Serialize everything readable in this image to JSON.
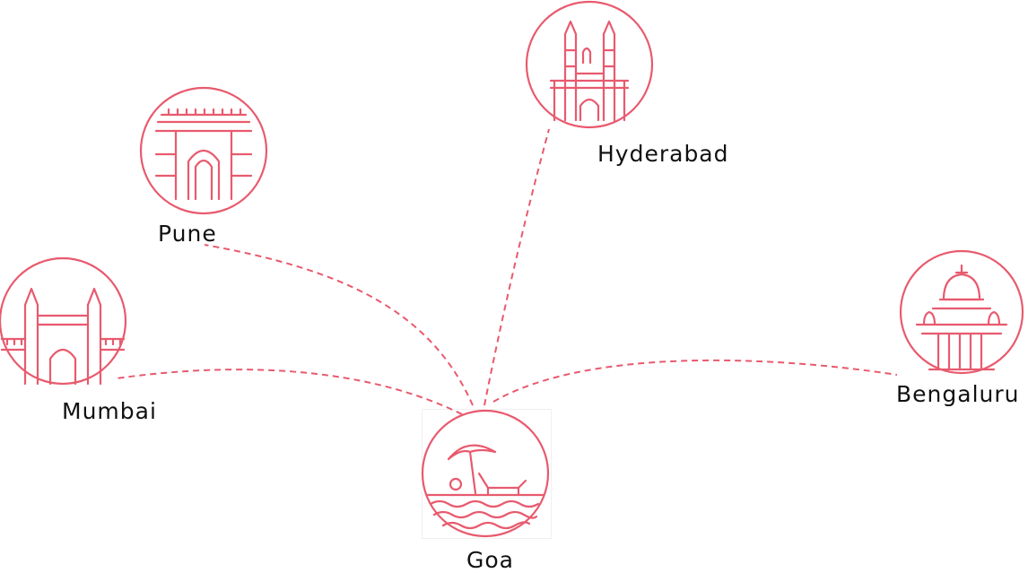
{
  "diagram": {
    "accent_color": "#e85a6e",
    "hub": "goa",
    "cities": {
      "hyderabad": {
        "name": "Hyderabad",
        "icon": "charminar-icon"
      },
      "pune": {
        "name": "Pune",
        "icon": "shaniwar-wada-gate-icon"
      },
      "mumbai": {
        "name": "Mumbai",
        "icon": "gateway-of-india-icon"
      },
      "bengaluru": {
        "name": "Bengaluru",
        "icon": "vidhana-soudha-icon"
      },
      "goa": {
        "name": "Goa",
        "icon": "beach-umbrella-icon"
      }
    },
    "connections": [
      {
        "from": "goa",
        "to": "hyderabad",
        "style": "dashed"
      },
      {
        "from": "goa",
        "to": "pune",
        "style": "dashed"
      },
      {
        "from": "goa",
        "to": "mumbai",
        "style": "dashed"
      },
      {
        "from": "goa",
        "to": "bengaluru",
        "style": "dashed"
      }
    ]
  }
}
